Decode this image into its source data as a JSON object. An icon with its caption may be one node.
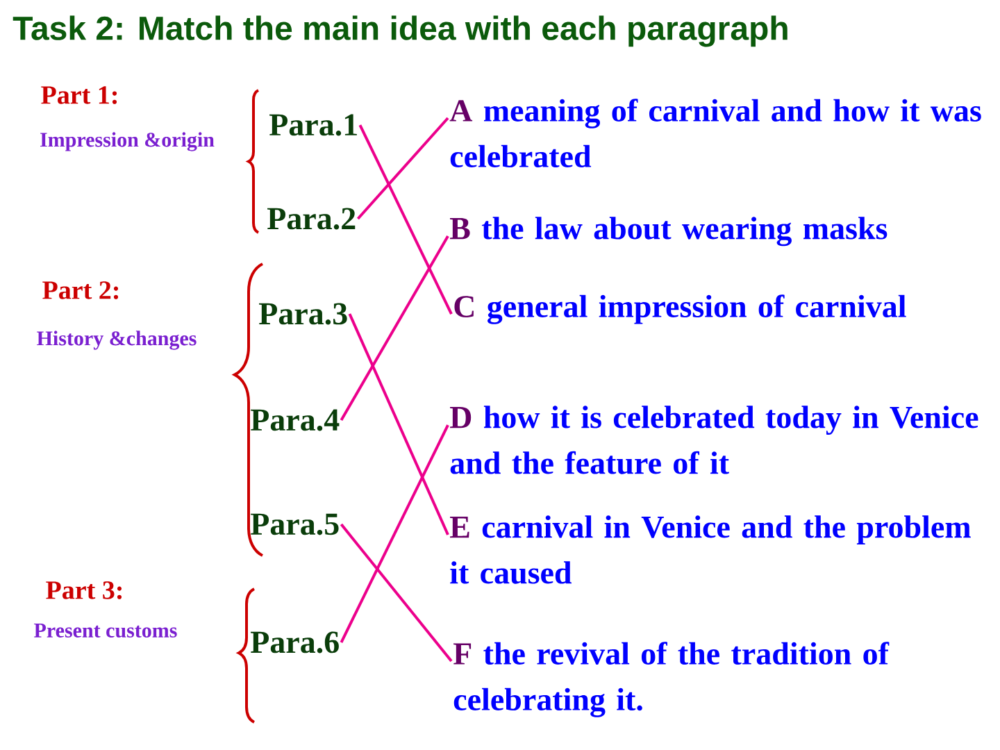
{
  "diagram": {
    "title": "Task 2: Match the main idea with each paragraph",
    "nodes": [
      {
        "text": [
          "Para.1"
        ]
      },
      {
        "text": [
          "Para.2"
        ]
      },
      {
        "text": [
          "Para.3"
        ]
      },
      {
        "text": [
          "Para.4"
        ]
      },
      {
        "text": [
          "Para.5"
        ]
      },
      {
        "text": [
          "Para.6"
        ]
      },
      {
        "text": [
          "A",
          "meaning of carnival and how it was celebrated"
        ]
      },
      {
        "text": [
          "B",
          "the law about wearing masks"
        ]
      },
      {
        "text": [
          "C",
          "general impression of carnival"
        ]
      },
      {
        "text": [
          "D",
          "how it is celebrated today in Venice and the feature of it"
        ]
      },
      {
        "text": [
          "E",
          "carnival in Venice and the problem it caused"
        ]
      },
      {
        "text": [
          "F",
          "the revival of the tradition of celebrating it."
        ]
      }
    ],
    "edges": [
      {
        "from": 0,
        "to": 8,
        "arrow": "none"
      },
      {
        "from": 1,
        "to": 6,
        "arrow": "none"
      },
      {
        "from": 2,
        "to": 10,
        "arrow": "none"
      },
      {
        "from": 3,
        "to": 7,
        "arrow": "none"
      },
      {
        "from": 4,
        "to": 11,
        "arrow": "none"
      },
      {
        "from": 5,
        "to": 9,
        "arrow": "none"
      }
    ],
    "labels": [
      "Part 1:",
      "Impression &origin",
      "Part 2:",
      "History &changes",
      "Part 3:",
      "Present customs"
    ]
  }
}
